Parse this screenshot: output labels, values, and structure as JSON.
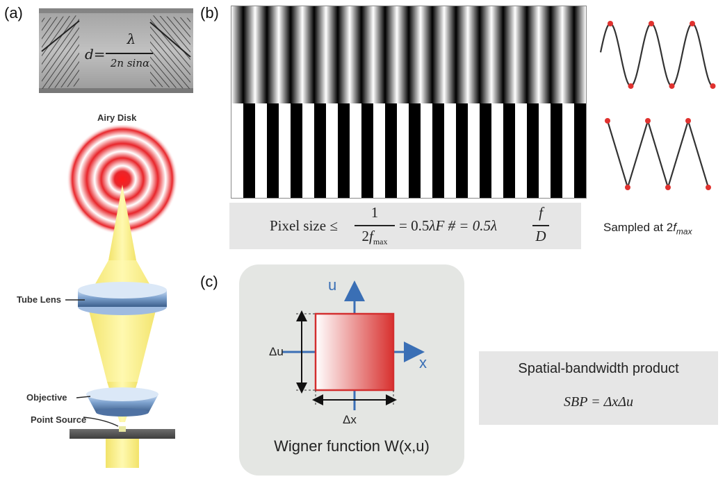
{
  "panel_labels": {
    "a": "(a)",
    "b": "(b)",
    "c": "(c)"
  },
  "panel_a": {
    "photo_formula": {
      "lhs": "d=",
      "numerator": "λ",
      "denominator": "2n sinα"
    },
    "airy_disk_label": "Airy Disk",
    "tube_lens_label": "Tube Lens",
    "objective_label": "Objective",
    "point_source_label": "Point Source"
  },
  "panel_b": {
    "stripe_periods": 15,
    "formula": {
      "lhs": "Pixel size",
      "leq": "≤",
      "frac1_num": "1",
      "frac1_den_prefix": "2",
      "frac1_den_var": "f",
      "frac1_den_sub": "max",
      "eq1": "= 0.5",
      "lambda1": "λ",
      "mid": "F # = 0.5",
      "lambda2": "λ",
      "frac2_num": "f",
      "frac2_den": "D"
    },
    "sampled_label": {
      "prefix": "Sampled  at  2",
      "var": "f",
      "sub": "max"
    },
    "colors": {
      "sample_point": "#e0322f",
      "wave": "#333333"
    }
  },
  "panel_c": {
    "axis_u": "u",
    "axis_x": "x",
    "delta_u": "Δu",
    "delta_x": "Δx",
    "wigner_caption": "Wigner function W(x,u)",
    "sbp_title": "Spatial-bandwidth product",
    "sbp_formula": "SBP = ΔxΔu",
    "colors": {
      "axis": "#3a6fb5",
      "box": "#d32f2f"
    }
  }
}
